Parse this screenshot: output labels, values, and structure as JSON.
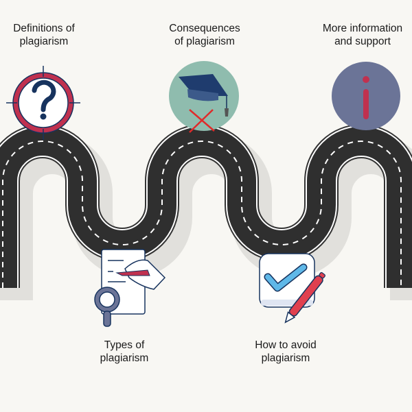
{
  "steps": [
    {
      "label_line1": "Definitions of",
      "label_line2": "plagiarism",
      "icon": "question-target-icon"
    },
    {
      "label_line1": "Types of",
      "label_line2": "plagiarism",
      "icon": "document-magnifier-icon"
    },
    {
      "label_line1": "Consequences",
      "label_line2": "of plagiarism",
      "icon": "graduation-cap-cross-icon"
    },
    {
      "label_line1": "How to avoid",
      "label_line2": "plagiarism",
      "icon": "checkbox-pen-icon"
    },
    {
      "label_line1": "More information",
      "label_line2": "and support",
      "icon": "info-icon"
    }
  ],
  "colors": {
    "road": "#2f2f2f",
    "red": "#c0314f",
    "navy": "#17335e",
    "teal": "#8fbcae",
    "slate": "#6b7497",
    "blue": "#5fb8e8"
  }
}
